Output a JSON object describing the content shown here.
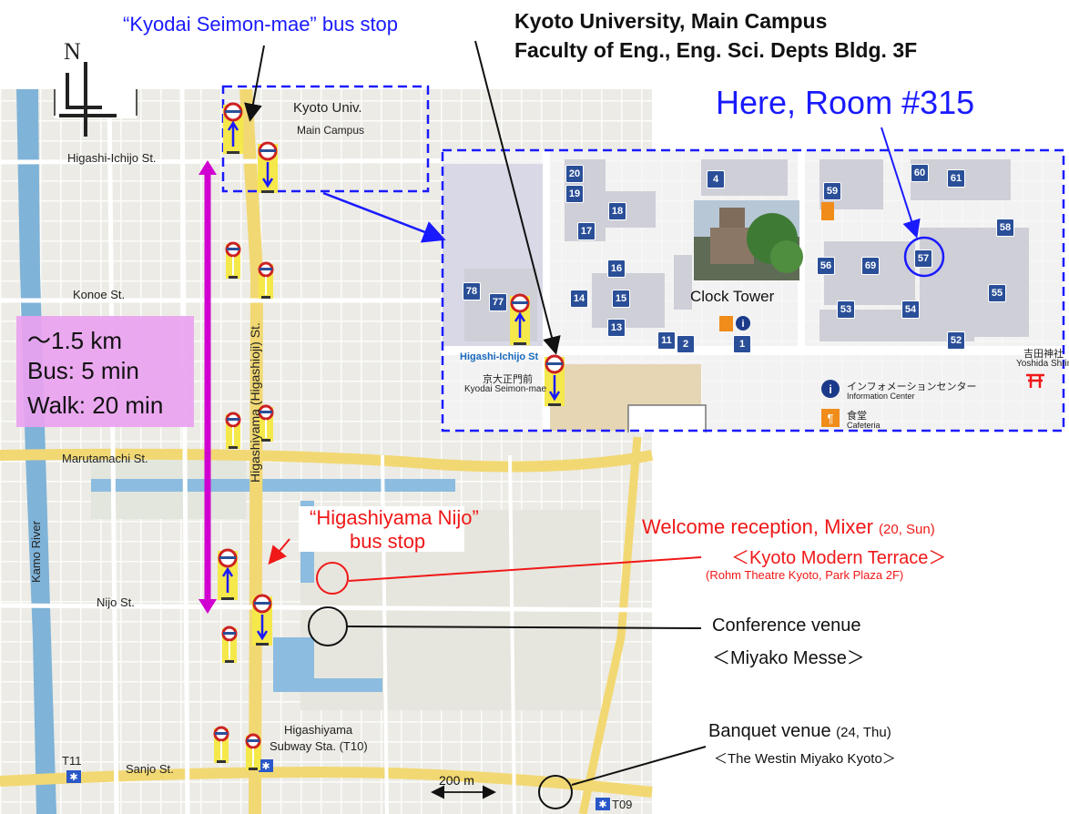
{
  "header": {
    "title_line1": "Kyoto University, Main Campus",
    "title_line2": "Faculty of Eng., Eng. Sci. Depts Bldg. 3F",
    "room": "Here, Room #315"
  },
  "compass": {
    "north": "N"
  },
  "streets": {
    "higashi_ichijo": "Higashi-Ichijo St.",
    "konoe": "Konoe St.",
    "marutamachi": "Marutamachi St.",
    "nijo": "Nijo St.",
    "sanjo": "Sanjo St.",
    "higashiyama": "Higashiyama (Higashioji) St.",
    "kamo": "Kamo River"
  },
  "stops": {
    "kyodai": "“Kyodai Seimon-mae” bus stop",
    "higashiyama_nijo_1": "“Higashiyama Nijo”",
    "higashiyama_nijo_2": "bus stop"
  },
  "campus": {
    "name": "Kyoto Univ.",
    "sub": "Main Campus",
    "clock_tower": "Clock Tower",
    "higashi_ichijo_label": "Higashi-Ichijo St",
    "seimon_jp": "京大正門前",
    "seimon_en": "Kyodai Seimon-mae",
    "yoshida_jp": "吉田神社",
    "yoshida_en": "Yoshida Shrine",
    "info_jp": "インフォメーションセンター",
    "info_en": "Information Center",
    "cafe_jp": "食堂",
    "cafe_en": "Cafeteria"
  },
  "buildings": [
    "20",
    "19",
    "18",
    "17",
    "16",
    "15",
    "14",
    "13",
    "11",
    "2",
    "1",
    "4",
    "59",
    "60",
    "61",
    "58",
    "57",
    "56",
    "69",
    "55",
    "53",
    "54",
    "52",
    "78",
    "77"
  ],
  "distance": {
    "km": "～1.5 km",
    "bus": "Bus: 5 min",
    "walk": "Walk: 20 min"
  },
  "venues": {
    "reception": "Welcome reception, Mixer",
    "reception_date": "(20, Sun)",
    "reception_place": "＜Kyoto Modern Terrace＞",
    "reception_detail": "(Rohm Theatre Kyoto, Park Plaza 2F)",
    "conference": "Conference venue",
    "conference_place": "＜Miyako Messe＞",
    "banquet": "Banquet venue",
    "banquet_date": "(24, Thu)",
    "banquet_place": "＜The Westin Miyako Kyoto＞"
  },
  "subway": {
    "t11": "T11",
    "t09": "T09",
    "station_1": "Higashiyama",
    "station_2": "Subway Sta. (T10)"
  },
  "scale": "200 m",
  "colors": {
    "blue": "#1a1aff",
    "red": "#f01818",
    "magenta": "#d000d0",
    "road_yellow": "#f2d873",
    "river": "#7fb3d8",
    "map_bg": "#ecebe5"
  }
}
